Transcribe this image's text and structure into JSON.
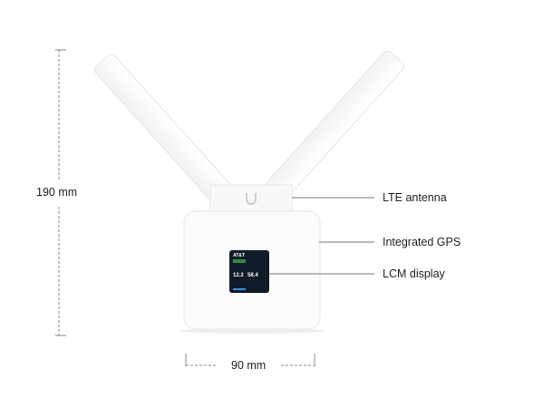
{
  "dimensions": {
    "height": "190 mm",
    "width": "90 mm"
  },
  "callouts": [
    {
      "label": "LTE antenna"
    },
    {
      "label": "Integrated GPS"
    },
    {
      "label": "LCM display"
    }
  ],
  "lcd": {
    "carrier": "AT&T",
    "value_a": "12.2",
    "value_b": "58.4"
  },
  "colors": {
    "device": "#fbfbfb",
    "dimension_line": "#888888",
    "callout_line": "#777777",
    "lcd": "#111a28"
  }
}
